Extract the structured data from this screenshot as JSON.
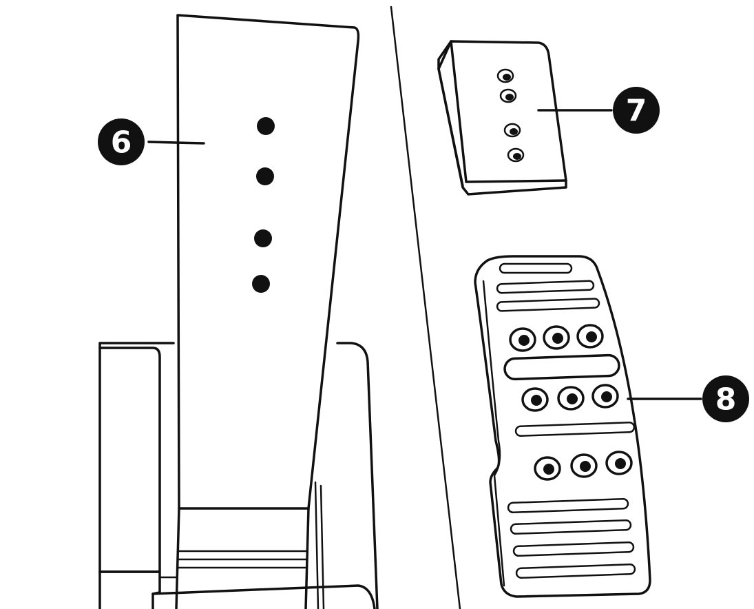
{
  "callouts": {
    "pedal_arm": "6",
    "small_pad": "7",
    "large_pad": "8"
  },
  "colors": {
    "ink": "#111111",
    "paper": "#ffffff"
  }
}
